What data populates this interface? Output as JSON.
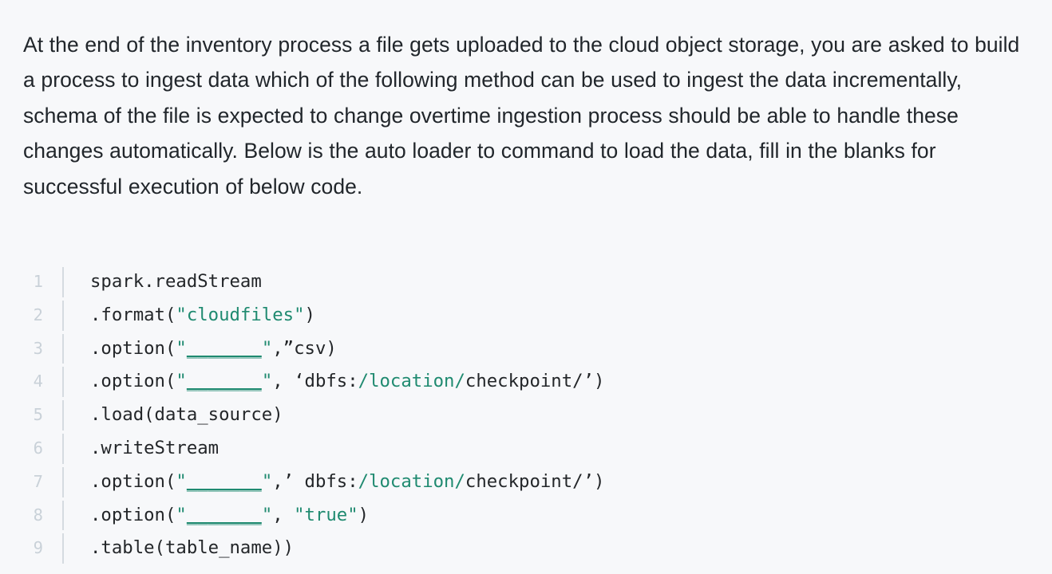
{
  "question": {
    "text": "At the end of the inventory process a file gets uploaded to the cloud object storage, you are asked to build a process to ingest data which of the following method can be used to ingest the data incrementally, schema of the file is expected to change overtime ingestion process should be able to handle these changes automatically. Below is the auto loader to command to load the data, fill in the blanks for successful execution of below code."
  },
  "colors": {
    "background": "#f7f8fa",
    "body_text": "#21262b",
    "code_text": "#232629",
    "code_string": "#1f8a70",
    "line_number": "#c9d1d8",
    "gutter_bar": "#d5dbe0"
  },
  "code_block": {
    "language": "python",
    "lines": [
      {
        "number": "1",
        "segments": [
          {
            "t": "spark.readStream",
            "k": "plain"
          }
        ]
      },
      {
        "number": "2",
        "segments": [
          {
            "t": ".format(",
            "k": "plain"
          },
          {
            "t": "\"cloudfiles\"",
            "k": "string"
          },
          {
            "t": ")",
            "k": "plain"
          }
        ]
      },
      {
        "number": "3",
        "segments": [
          {
            "t": ".option(",
            "k": "plain"
          },
          {
            "t": "\"",
            "k": "string"
          },
          {
            "t": "_______",
            "k": "blank"
          },
          {
            "t": "\"",
            "k": "string"
          },
          {
            "t": ",”csv)",
            "k": "plain"
          }
        ]
      },
      {
        "number": "4",
        "segments": [
          {
            "t": ".option(",
            "k": "plain"
          },
          {
            "t": "\"",
            "k": "string"
          },
          {
            "t": "_______",
            "k": "blank"
          },
          {
            "t": "\"",
            "k": "string"
          },
          {
            "t": ", ‘dbfs:",
            "k": "plain"
          },
          {
            "t": "/location/",
            "k": "string"
          },
          {
            "t": "checkpoint/’)",
            "k": "plain"
          }
        ]
      },
      {
        "number": "5",
        "segments": [
          {
            "t": ".load(data_source)",
            "k": "plain"
          }
        ]
      },
      {
        "number": "6",
        "segments": [
          {
            "t": ".writeStream",
            "k": "plain"
          }
        ]
      },
      {
        "number": "7",
        "segments": [
          {
            "t": ".option(",
            "k": "plain"
          },
          {
            "t": "\"",
            "k": "string"
          },
          {
            "t": "_______",
            "k": "blank"
          },
          {
            "t": "\"",
            "k": "string"
          },
          {
            "t": ",’ dbfs:",
            "k": "plain"
          },
          {
            "t": "/location/",
            "k": "string"
          },
          {
            "t": "checkpoint/’)",
            "k": "plain"
          }
        ]
      },
      {
        "number": "8",
        "segments": [
          {
            "t": ".option(",
            "k": "plain"
          },
          {
            "t": "\"",
            "k": "string"
          },
          {
            "t": "_______",
            "k": "blank"
          },
          {
            "t": "\"",
            "k": "string"
          },
          {
            "t": ", ",
            "k": "plain"
          },
          {
            "t": "\"true\"",
            "k": "string"
          },
          {
            "t": ")",
            "k": "plain"
          }
        ]
      },
      {
        "number": "9",
        "segments": [
          {
            "t": ".table(table_name))",
            "k": "plain"
          }
        ]
      }
    ]
  }
}
